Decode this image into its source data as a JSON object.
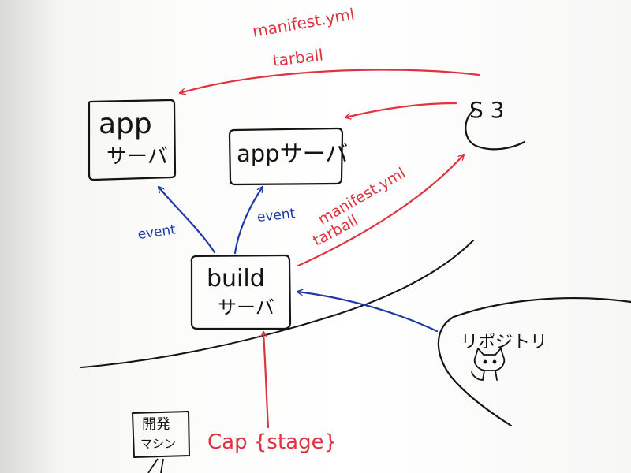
{
  "nodes": {
    "app_server_1": {
      "line1": "app",
      "line2": "サーバ"
    },
    "app_server_2": {
      "label": "appサーバ"
    },
    "s3": {
      "label": "S 3"
    },
    "build_server": {
      "line1": "build",
      "line2": "サーバ"
    },
    "repository": {
      "label": "リポジトリ",
      "icon": "octocat-icon"
    },
    "dev_machine": {
      "line1": "開発",
      "line2": "マシン"
    }
  },
  "edges": {
    "s3_to_app": {
      "line1": "manifest.yml",
      "line2": "tarball"
    },
    "build_to_s3": {
      "line1": "manifest.yml",
      "line2": "tarball"
    },
    "build_to_app1": {
      "label": "event"
    },
    "build_to_app2": {
      "label": "event"
    },
    "dev_to_build": {
      "label": "Cap {stage}"
    }
  },
  "colors": {
    "marker_black": "#141414",
    "marker_red": "#e0323f",
    "marker_blue": "#1f3aa5"
  }
}
